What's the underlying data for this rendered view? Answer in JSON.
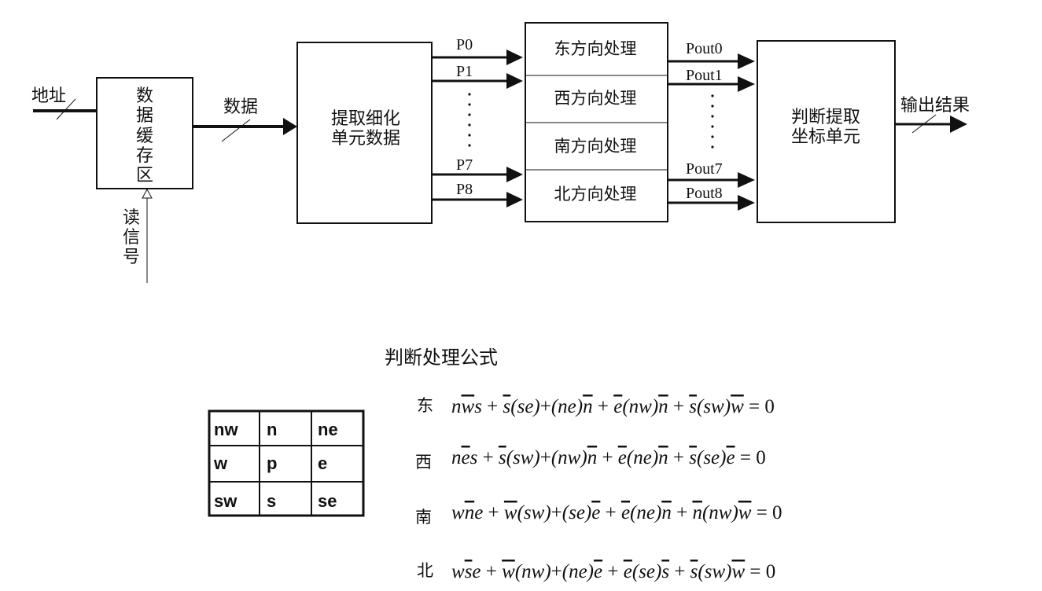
{
  "inputs": {
    "address": "地址",
    "read_signal": [
      "读",
      "信",
      "号"
    ]
  },
  "blocks": {
    "buffer": [
      "数",
      "据",
      "缓",
      "存",
      "区"
    ],
    "extract": [
      "提取细化",
      "单元数据"
    ],
    "judge": [
      "判断提取",
      "坐标单元"
    ]
  },
  "edges": {
    "data": "数据",
    "output": "输出结果"
  },
  "ports_in": [
    "P0",
    "P1",
    "P7",
    "P8"
  ],
  "ports_out": [
    "Pout0",
    "Pout1",
    "Pout7",
    "Pout8"
  ],
  "directions": [
    "东方向处理",
    "西方向处理",
    "南方向处理",
    "北方向处理"
  ],
  "formula_title": "判断处理公式",
  "neighborhood": [
    [
      "nw",
      "n",
      "ne"
    ],
    [
      "w",
      "p",
      "e"
    ],
    [
      "sw",
      "s",
      "se"
    ]
  ],
  "formulas": [
    {
      "dir": "东",
      "parts": [
        [
          "n",
          0
        ],
        [
          "w",
          1
        ],
        [
          "s",
          0
        ],
        [
          " + ",
          2
        ],
        [
          "s",
          1
        ],
        [
          "(se)",
          0
        ],
        [
          "+",
          2
        ],
        [
          "(ne)",
          0
        ],
        [
          "n",
          1
        ],
        [
          " + ",
          2
        ],
        [
          "e",
          1
        ],
        [
          "(nw)",
          0
        ],
        [
          "n",
          1
        ],
        [
          " + ",
          2
        ],
        [
          "s",
          1
        ],
        [
          "(sw)",
          0
        ],
        [
          "w",
          1
        ],
        [
          " = 0",
          2
        ]
      ]
    },
    {
      "dir": "西",
      "parts": [
        [
          "n",
          0
        ],
        [
          "e",
          1
        ],
        [
          "s",
          0
        ],
        [
          " + ",
          2
        ],
        [
          "s",
          1
        ],
        [
          "(sw)",
          0
        ],
        [
          "+",
          2
        ],
        [
          "(nw)",
          0
        ],
        [
          "n",
          1
        ],
        [
          " + ",
          2
        ],
        [
          "e",
          1
        ],
        [
          "(ne)",
          0
        ],
        [
          "n",
          1
        ],
        [
          " + ",
          2
        ],
        [
          "s",
          1
        ],
        [
          "(se)",
          0
        ],
        [
          "e",
          1
        ],
        [
          " = 0",
          2
        ]
      ]
    },
    {
      "dir": "南",
      "parts": [
        [
          "w",
          0
        ],
        [
          "n",
          1
        ],
        [
          "e",
          0
        ],
        [
          " + ",
          2
        ],
        [
          "w",
          1
        ],
        [
          "(sw)",
          0
        ],
        [
          "+",
          2
        ],
        [
          "(se)",
          0
        ],
        [
          "e",
          1
        ],
        [
          " + ",
          2
        ],
        [
          "e",
          1
        ],
        [
          "(ne)",
          0
        ],
        [
          "n",
          1
        ],
        [
          " + ",
          2
        ],
        [
          "n",
          1
        ],
        [
          "(nw)",
          0
        ],
        [
          "w",
          1
        ],
        [
          " = 0",
          2
        ]
      ]
    },
    {
      "dir": "北",
      "parts": [
        [
          "w",
          0
        ],
        [
          "s",
          1
        ],
        [
          "e",
          0
        ],
        [
          " + ",
          2
        ],
        [
          "w",
          1
        ],
        [
          "(nw)",
          0
        ],
        [
          "+",
          2
        ],
        [
          "(ne)",
          0
        ],
        [
          "e",
          1
        ],
        [
          " + ",
          2
        ],
        [
          "e",
          1
        ],
        [
          "(se)",
          0
        ],
        [
          "s",
          1
        ],
        [
          " + ",
          2
        ],
        [
          "s",
          1
        ],
        [
          "(sw)",
          0
        ],
        [
          "w",
          1
        ],
        [
          " = 0",
          2
        ]
      ]
    }
  ]
}
